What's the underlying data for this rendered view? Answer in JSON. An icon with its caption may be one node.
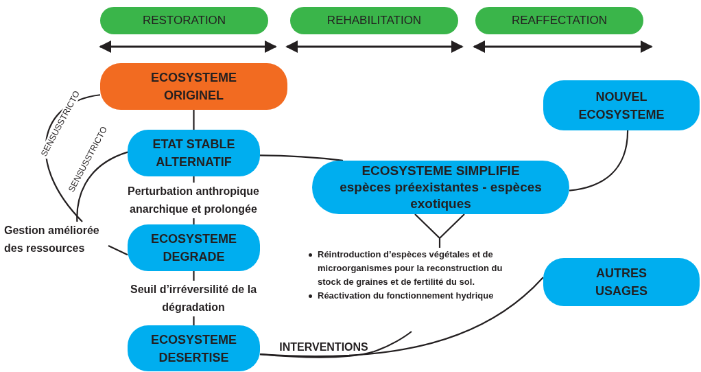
{
  "diagram": {
    "nodes": [
      {
        "text": [
          "RESTORATION"
        ]
      },
      {
        "text": [
          "REHABILITATION"
        ]
      },
      {
        "text": [
          "REAFFECTATION"
        ]
      },
      {
        "text": [
          "ECOSYSTEME ORIGINEL"
        ]
      },
      {
        "text": [
          "ETAT STABLE ALTERNATIF"
        ]
      },
      {
        "text": [
          "ECOSYSTEME SIMPLIFIE",
          "espèces préexistantes - espèces exotiques"
        ]
      },
      {
        "text": [
          "NOUVEL ECOSYSTEME"
        ]
      },
      {
        "text": [
          "ECOSYSTEME DEGRADE"
        ]
      },
      {
        "text": [
          "ECOSYSTEME DESERTISE"
        ]
      },
      {
        "text": [
          "AUTRES USAGES"
        ]
      },
      {
        "text": [
          "Gestion améliorée des ressources"
        ]
      },
      {
        "text": [
          "Réintroduction d’espèces végétales et de microorganismes pour la reconstruction du stock de graines et de fertilité du sol.",
          "Réactivation du fonctionnement hydrique"
        ]
      }
    ],
    "edges": [
      {
        "from": 3,
        "to": 4,
        "arrow": "none"
      },
      {
        "from": 4,
        "to": 7,
        "arrow": "none",
        "label": "Perturbation anthropique anarchique et prolongée"
      },
      {
        "from": 7,
        "to": 8,
        "arrow": "none",
        "label": "Seuil d’irréversilité de la dégradation"
      },
      {
        "from": 3,
        "to": 10,
        "arrow": "none",
        "label": "SENSUSSTRICTO"
      },
      {
        "from": 4,
        "to": 10,
        "arrow": "none",
        "label": "SENSUSSTRICTO"
      },
      {
        "from": 10,
        "to": 7,
        "arrow": "none"
      },
      {
        "from": 4,
        "to": 5,
        "arrow": "none"
      },
      {
        "from": 5,
        "to": 6,
        "arrow": "none"
      },
      {
        "from": 5,
        "to": 11,
        "arrow": "none"
      },
      {
        "from": 8,
        "to": 9,
        "arrow": "none",
        "label": "INTERVENTIONS"
      },
      {
        "from": 8,
        "to": 11,
        "arrow": "none"
      }
    ]
  }
}
